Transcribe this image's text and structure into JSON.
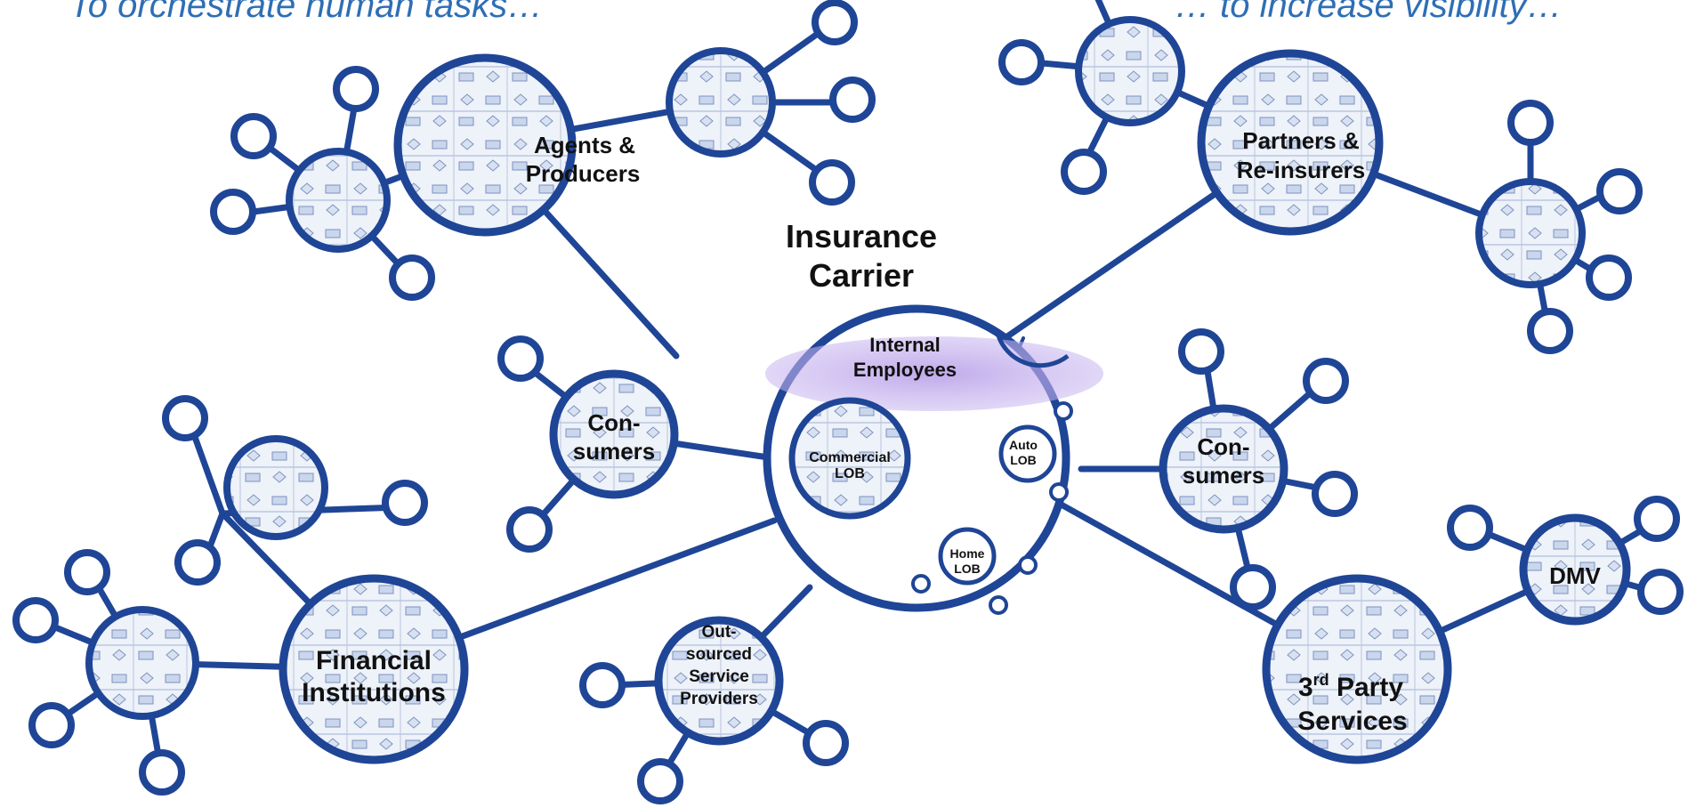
{
  "captions": {
    "left": "To orchestrate human tasks…",
    "right": "… to increase visibility…"
  },
  "colors": {
    "node_stroke": "#1f4596",
    "node_fill": "#e9eef7",
    "caption": "#2e6eb5",
    "highlight": "#a88fe0"
  },
  "center": {
    "title_line1": "Insurance",
    "title_line2": "Carrier",
    "internal_line1": "Internal",
    "internal_line2": "Employees"
  },
  "lobs": {
    "commercial_line1": "Commercial",
    "commercial_line2": "LOB",
    "auto_line1": "Auto",
    "auto_line2": "LOB",
    "home_line1": "Home",
    "home_line2": "LOB"
  },
  "nodes": {
    "agents_line1": "Agents &",
    "agents_line2": "Producers",
    "partners_line1": "Partners &",
    "partners_line2": "Re-insurers",
    "consumers_left_line1": "Con-",
    "consumers_left_line2": "sumers",
    "consumers_right_line1": "Con-",
    "consumers_right_line2": "sumers",
    "financial_line1": "Financial",
    "financial_line2": "Institutions",
    "outsourced_line1": "Out-",
    "outsourced_line2": "sourced",
    "outsourced_line3": "Service",
    "outsourced_line4": "Providers",
    "third_party_prefix": "3",
    "third_party_sup": "rd",
    "third_party_line1_rest": " Party",
    "third_party_line2": "Services",
    "dmv": "DMV"
  }
}
